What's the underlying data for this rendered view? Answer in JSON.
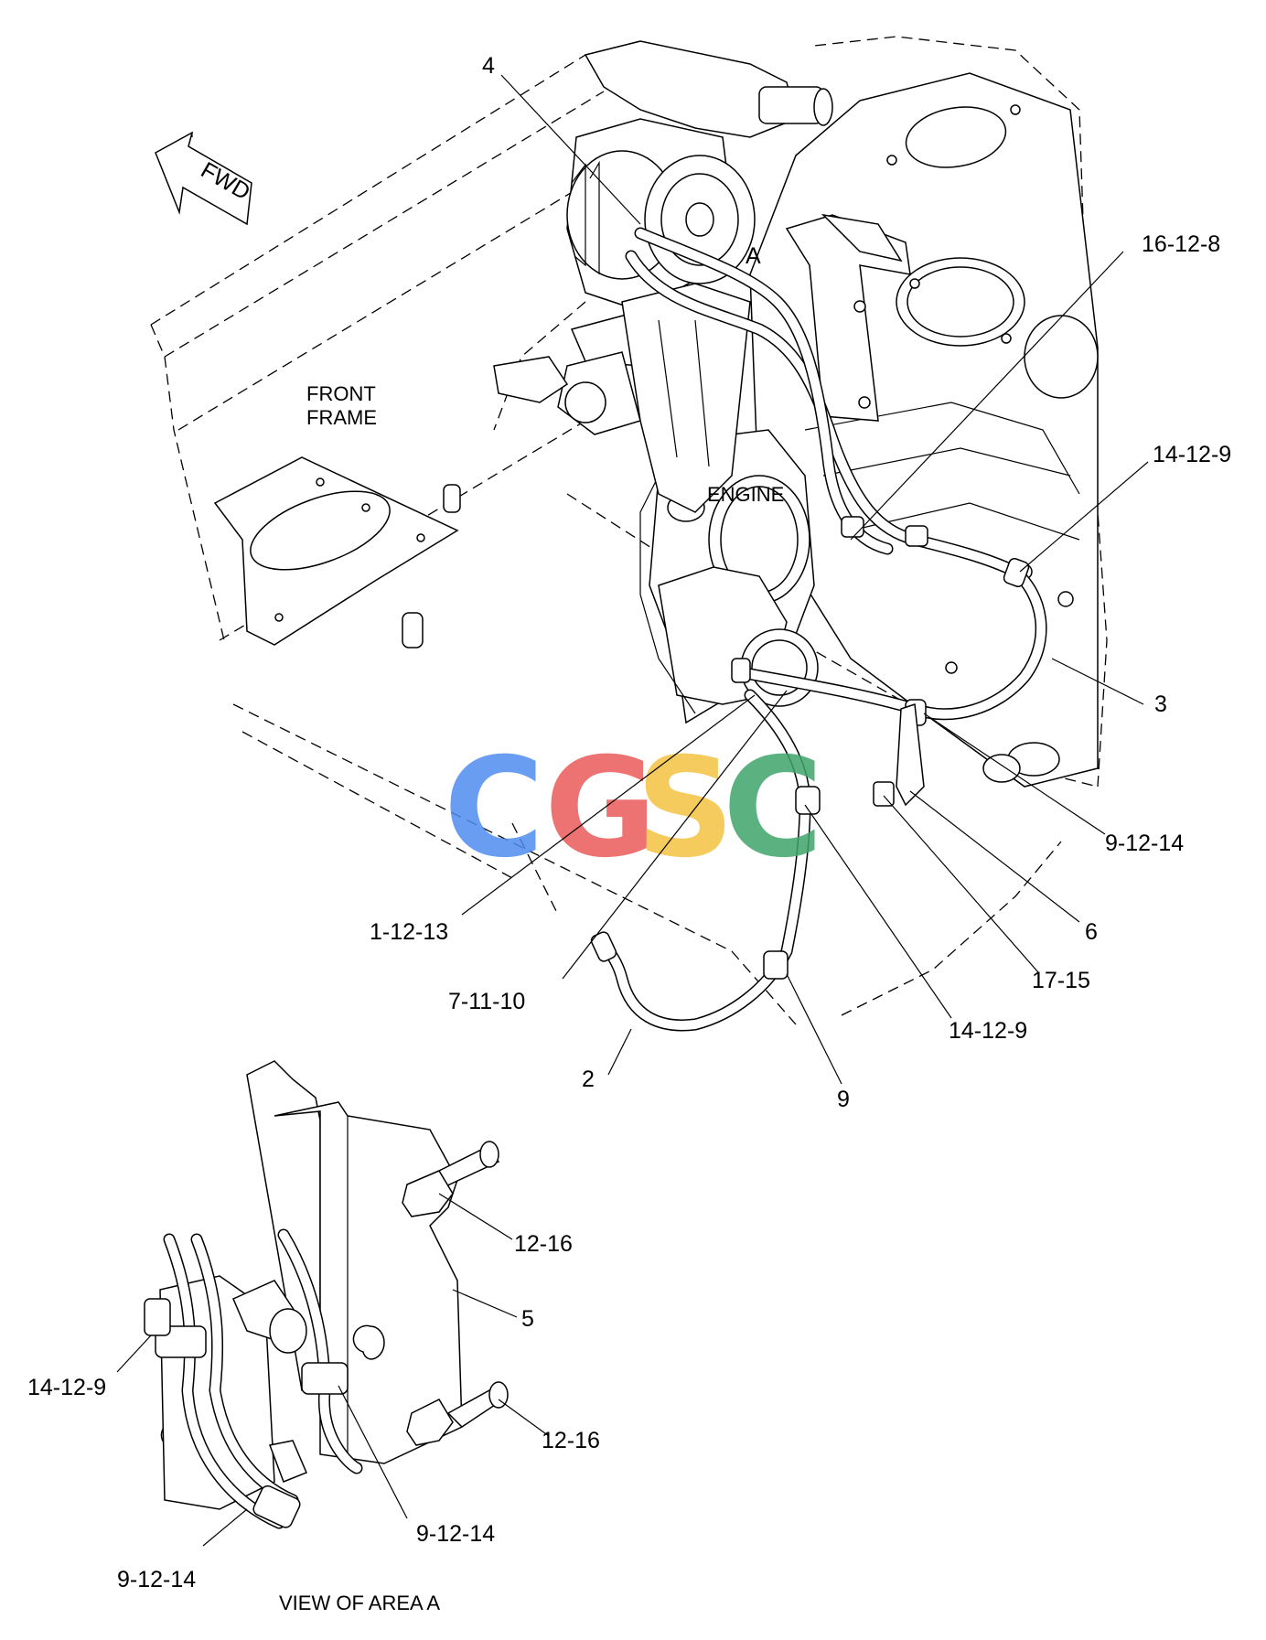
{
  "orientation": {
    "arrow_label": "FWD"
  },
  "area_labels": {
    "front_frame": [
      "FRONT",
      "FRAME"
    ],
    "engine": "ENGINE",
    "area_marker": "A",
    "view_caption": "VIEW OF AREA  A"
  },
  "callouts": {
    "c4": "4",
    "c16_12_8": "16-12-8",
    "c14_12_9_top": "14-12-9",
    "c3": "3",
    "c9_12_14_right": "9-12-14",
    "c6": "6",
    "c17_15": "17-15",
    "c14_12_9_mid": "14-12-9",
    "c9": "9",
    "c2": "2",
    "c7_11_10": "7-11-10",
    "c1_12_13": "1-12-13",
    "c12_16_upper": "12-16",
    "c5": "5",
    "c12_16_lower": "12-16",
    "c14_12_9_detail": "14-12-9",
    "c9_12_14_detail_right": "9-12-14",
    "c9_12_14_detail_bottom": "9-12-14"
  },
  "watermark": {
    "letters": [
      "C",
      "G",
      "S",
      "C"
    ],
    "colors": [
      "#4f8df0",
      "#ea5b5b",
      "#f5c242",
      "#3fa56b"
    ]
  }
}
